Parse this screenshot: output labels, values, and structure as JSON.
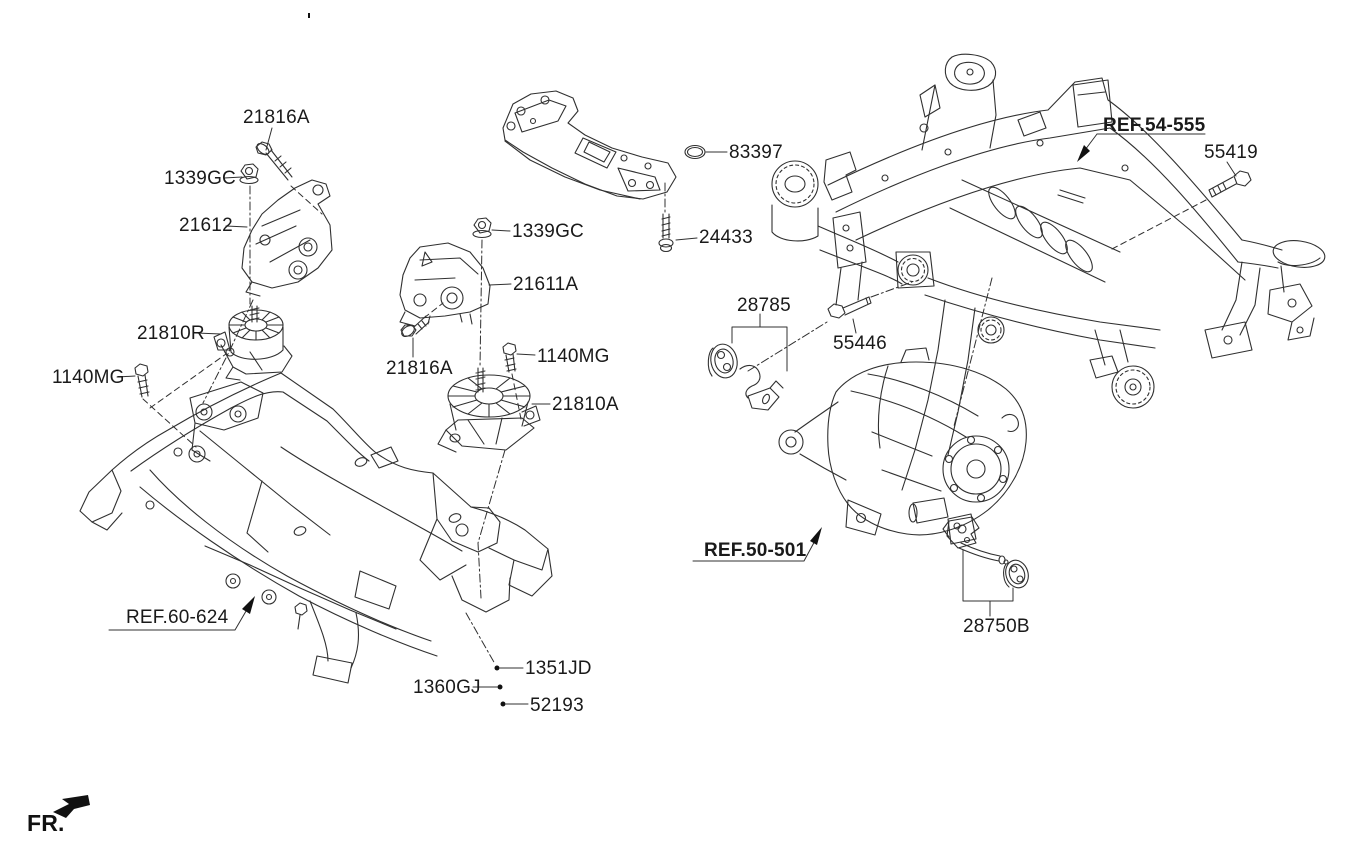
{
  "colors": {
    "background": "#ffffff",
    "line": "#303030",
    "text": "#1a1a1a"
  },
  "labels": {
    "bolt_21816a_1": "21816A",
    "nut_1339gc_1": "1339GC",
    "bracket_21612": "21612",
    "nut_1339gc_2": "1339GC",
    "bracket_21611a": "21611A",
    "mount_21810r": "21810R",
    "bolt_21816a_2": "21816A",
    "bolt_1140mg_1": "1140MG",
    "bolt_1140mg_2": "1140MG",
    "mount_21810a": "21810A",
    "oring_83397": "83397",
    "bolt_24433": "24433",
    "bracket_28785": "28785",
    "bolt_55446": "55446",
    "bolt_55419": "55419",
    "damper_28750b": "28750B",
    "point_1351jd": "1351JD",
    "point_1360gj": "1360GJ",
    "point_52193": "52193"
  },
  "refs": {
    "rear_crossmember": "REF.54-555",
    "front_crossmember": "REF.60-624",
    "rear_differential": "REF.50-501"
  },
  "footer": {
    "front_marker": "FR."
  }
}
